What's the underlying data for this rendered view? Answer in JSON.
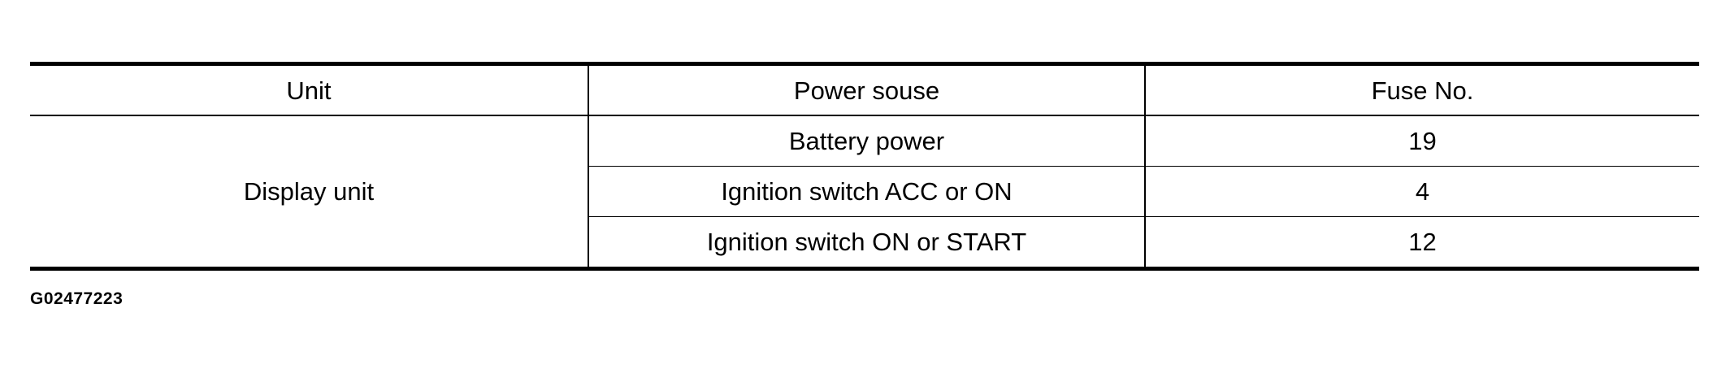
{
  "table": {
    "headers": {
      "unit": "Unit",
      "power_source": "Power souse",
      "fuse_no": "Fuse No."
    },
    "unit_name": "Display unit",
    "rows": [
      {
        "power_source": "Battery power",
        "fuse_no": "19"
      },
      {
        "power_source": "Ignition switch ACC or ON",
        "fuse_no": "4"
      },
      {
        "power_source": "Ignition switch ON or START",
        "fuse_no": "12"
      }
    ]
  },
  "figure_id": "G02477223"
}
